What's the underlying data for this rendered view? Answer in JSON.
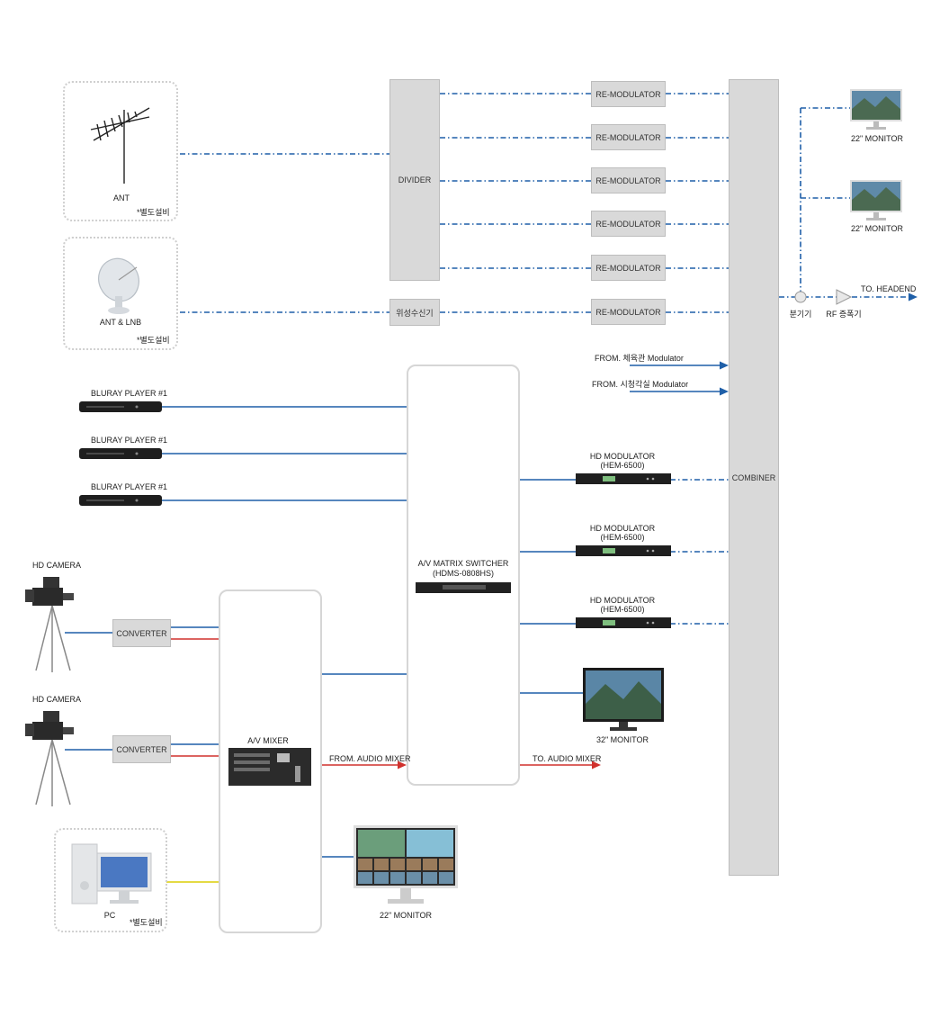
{
  "sources": {
    "ant_label": "ANT",
    "ant_note": "*별도설비",
    "lnb_label": "ANT & LNB",
    "lnb_note": "*별도설비",
    "pc_label": "PC",
    "pc_note": "*별도설비"
  },
  "divider": "DIVIDER",
  "satellite_receiver": "위성수신기",
  "remodulators": [
    "RE-MODULATOR",
    "RE-MODULATOR",
    "RE-MODULATOR",
    "RE-MODULATOR",
    "RE-MODULATOR",
    "RE-MODULATOR"
  ],
  "combiner": "COMBINER",
  "from_gym": "FROM. 체육관 Modulator",
  "from_av_room": "FROM. 시청각실 Modulator",
  "bluray": [
    "BLURAY PLAYER #1",
    "BLURAY PLAYER #1",
    "BLURAY PLAYER #1"
  ],
  "matrix_title": "A/V MATRIX SWITCHER",
  "matrix_model": "(HDMS-0808HS)",
  "hd_modulators": [
    {
      "title": "HD MODULATOR",
      "model": "(HEM-6500)"
    },
    {
      "title": "HD MODULATOR",
      "model": "(HEM-6500)"
    },
    {
      "title": "HD MODULATOR",
      "model": "(HEM-6500)"
    }
  ],
  "cameras": [
    "HD CAMERA",
    "HD CAMERA"
  ],
  "converters": [
    "CONVERTER",
    "CONVERTER"
  ],
  "av_mixer": "A/V MIXER",
  "from_audio_mixer": "FROM. AUDIO MIXER",
  "to_audio_mixer": "TO. AUDIO MIXER",
  "monitor_32": "32\" MONITOR",
  "monitor_22_bottom": "22\" MONITOR",
  "monitor_22_a": "22\" MONITOR",
  "monitor_22_b": "22\" MONITOR",
  "splitter": "분기기",
  "rf_amp": "RF 증폭기",
  "to_headend": "TO. HEADEND",
  "colors": {
    "blue": "#1f5fa8",
    "red": "#d0312d",
    "yellow": "#e0d52a",
    "box": "#d9d9d9",
    "border": "#d6d6d6"
  }
}
